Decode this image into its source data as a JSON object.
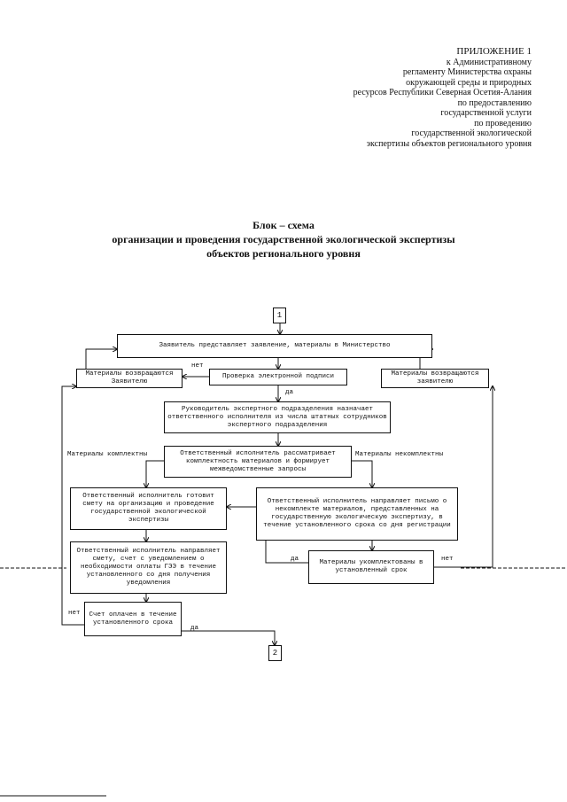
{
  "appendix": {
    "title": "ПРИЛОЖЕНИЕ 1",
    "lines": [
      "к Административному",
      "регламенту Министерства охраны",
      "окружающей среды и природных",
      "ресурсов Республики Северная Осетия-Алания",
      "по предоставлению",
      "государственной услуги",
      "по проведению",
      "государственной экологической",
      "экспертизы объектов регионального уровня"
    ]
  },
  "title": {
    "line1": "Блок – схема",
    "line2": "организации и проведения государственной экологической экспертизы",
    "line3": "объектов регионального уровня"
  },
  "flow": {
    "start": "1",
    "end": "2",
    "applicant": "Заявитель представляет заявление, материалы в Министерство",
    "returned_left": "Материалы возвращаются Заявителю",
    "signature_check": "Проверка электронной подписи",
    "returned_right": "Материалы возвращаются заявителю",
    "head_assigns": "Руководитель экспертного подразделения назначает ответственного исполнителя из числа штатных сотрудников экспертного подразделения",
    "executor_reviews": "Ответственный исполнитель рассматривает комплектность материалов и формирует межведомственные запросы",
    "estimate_prepare": "Ответственный исполнитель готовит смету на организацию и проведение государственной экологической экспертизы",
    "incomplete_letter": "Ответственный исполнитель направляет письмо о некомплекте материалов, представленных на государственную экологическую экспертизу, в течение установленного срока со дня регистрации",
    "send_invoice": "Ответственный исполнитель направляет смету, счет с уведомлением о необходимости оплаты ГЭЭ в течение установленного со дня получения уведомления",
    "completed_in_time": "Материалы укомплектованы в установленный срок",
    "invoice_paid": "Счет оплачен в течение установленного срока",
    "labels": {
      "net": "нет",
      "da": "да",
      "complete": "Материалы комплектны",
      "incomplete": "Материалы некомплектны"
    }
  }
}
